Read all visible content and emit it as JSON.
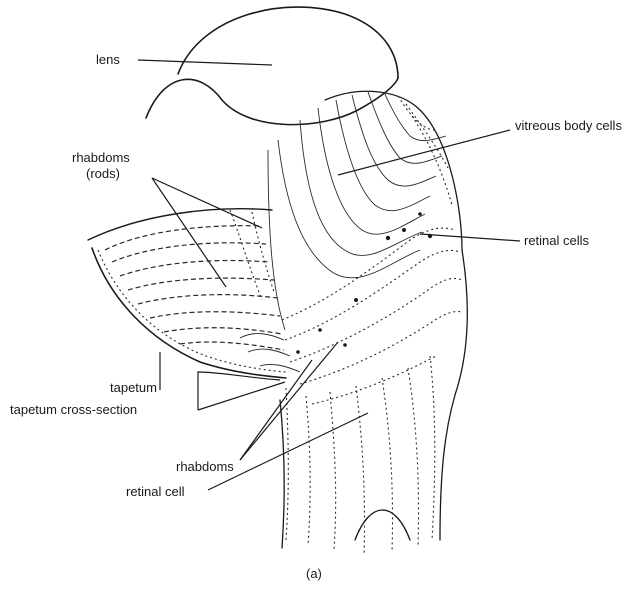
{
  "labels": {
    "lens": "lens",
    "vitreous_body_cells": "vitreous body cells",
    "rhabdoms_rods_line1": "rhabdoms",
    "rhabdoms_rods_line2": "(rods)",
    "retinal_cells": "retinal cells",
    "tapetum": "tapetum",
    "tapetum_cross_section": "tapetum cross-section",
    "rhabdoms": "rhabdoms",
    "retinal_cell": "retinal cell"
  },
  "caption": "(a)"
}
